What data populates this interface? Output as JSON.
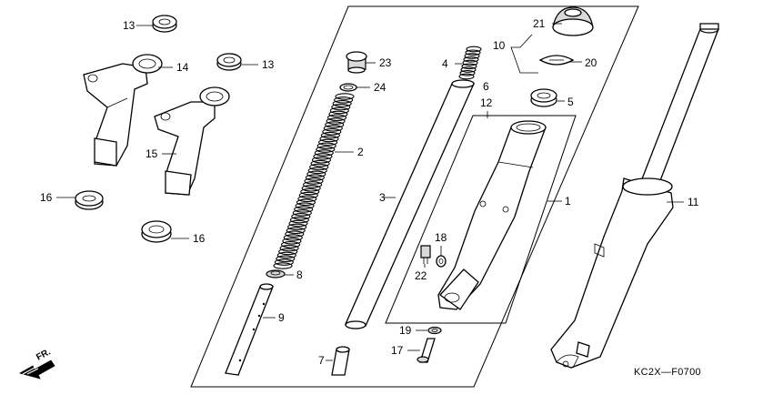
{
  "diagram": {
    "reference_code": "KC2X—F0700",
    "direction_label": "FR.",
    "callouts": {
      "p1": "1",
      "p2": "2",
      "p3": "3",
      "p4": "4",
      "p5": "5",
      "p6": "6",
      "p7": "7",
      "p8": "8",
      "p9": "9",
      "p10": "10",
      "p11": "11",
      "p12": "12",
      "p13a": "13",
      "p13b": "13",
      "p14": "14",
      "p15": "15",
      "p16a": "16",
      "p16b": "16",
      "p17": "17",
      "p18": "18",
      "p19": "19",
      "p20": "20",
      "p21": "21",
      "p22": "22",
      "p23": "23",
      "p24": "24"
    }
  }
}
